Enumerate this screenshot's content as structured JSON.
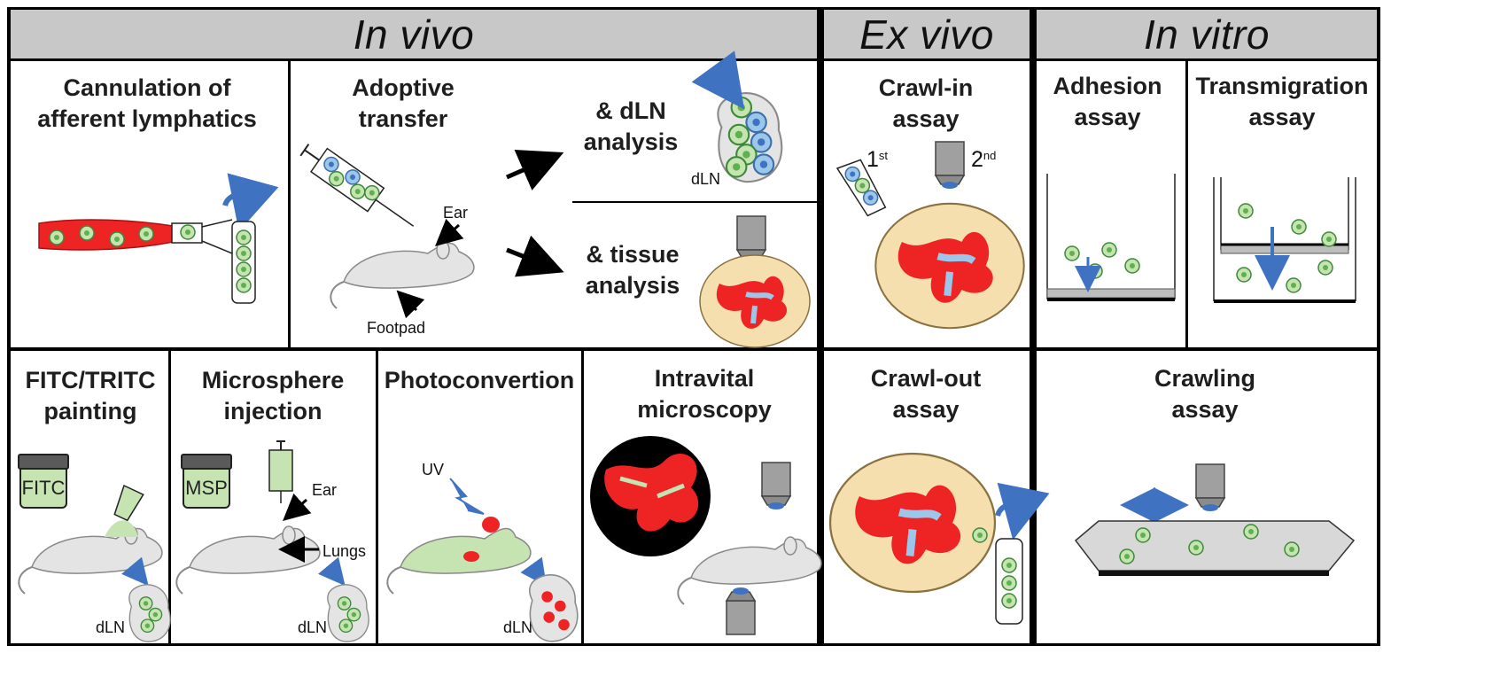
{
  "headers": {
    "in_vivo": "In vivo",
    "ex_vivo": "Ex vivo",
    "in_vitro": "In vitro"
  },
  "panels": {
    "cannulation": "Cannulation of afferent lymphatics",
    "adoptive": "Adoptive transfer",
    "dln_analysis": "& dLN analysis",
    "tissue_analysis": "& tissue analysis",
    "crawl_in": "Crawl-in assay",
    "adhesion": "Adhesion assay",
    "transmigration": "Transmigration assay",
    "fitc_tritc": "FITC/TRITC painting",
    "microsphere": "Microsphere injection",
    "photoconvertion": "Photoconvertion",
    "intravital": "Intravital microscopy",
    "crawl_out": "Crawl-out assay",
    "crawling": "Crawling assay"
  },
  "labels": {
    "dln": "dLN",
    "ear": "Ear",
    "footpad": "Footpad",
    "lungs": "Lungs",
    "uv": "UV",
    "fitc_jar": "FITC",
    "msp_jar": "MSP",
    "first": "1",
    "first_sup": "st",
    "second": "2",
    "second_sup": "nd"
  },
  "colors": {
    "header_bg": "#c8c8c8",
    "border": "#000000",
    "cell_green": "#c6e3b2",
    "cell_blue": "#9cc6ea",
    "arrow_blue": "#3f73c2",
    "vessel_red": "#ee2323",
    "tissue_beige": "#f5dfae",
    "mouse_grey": "#e4e4e4"
  }
}
